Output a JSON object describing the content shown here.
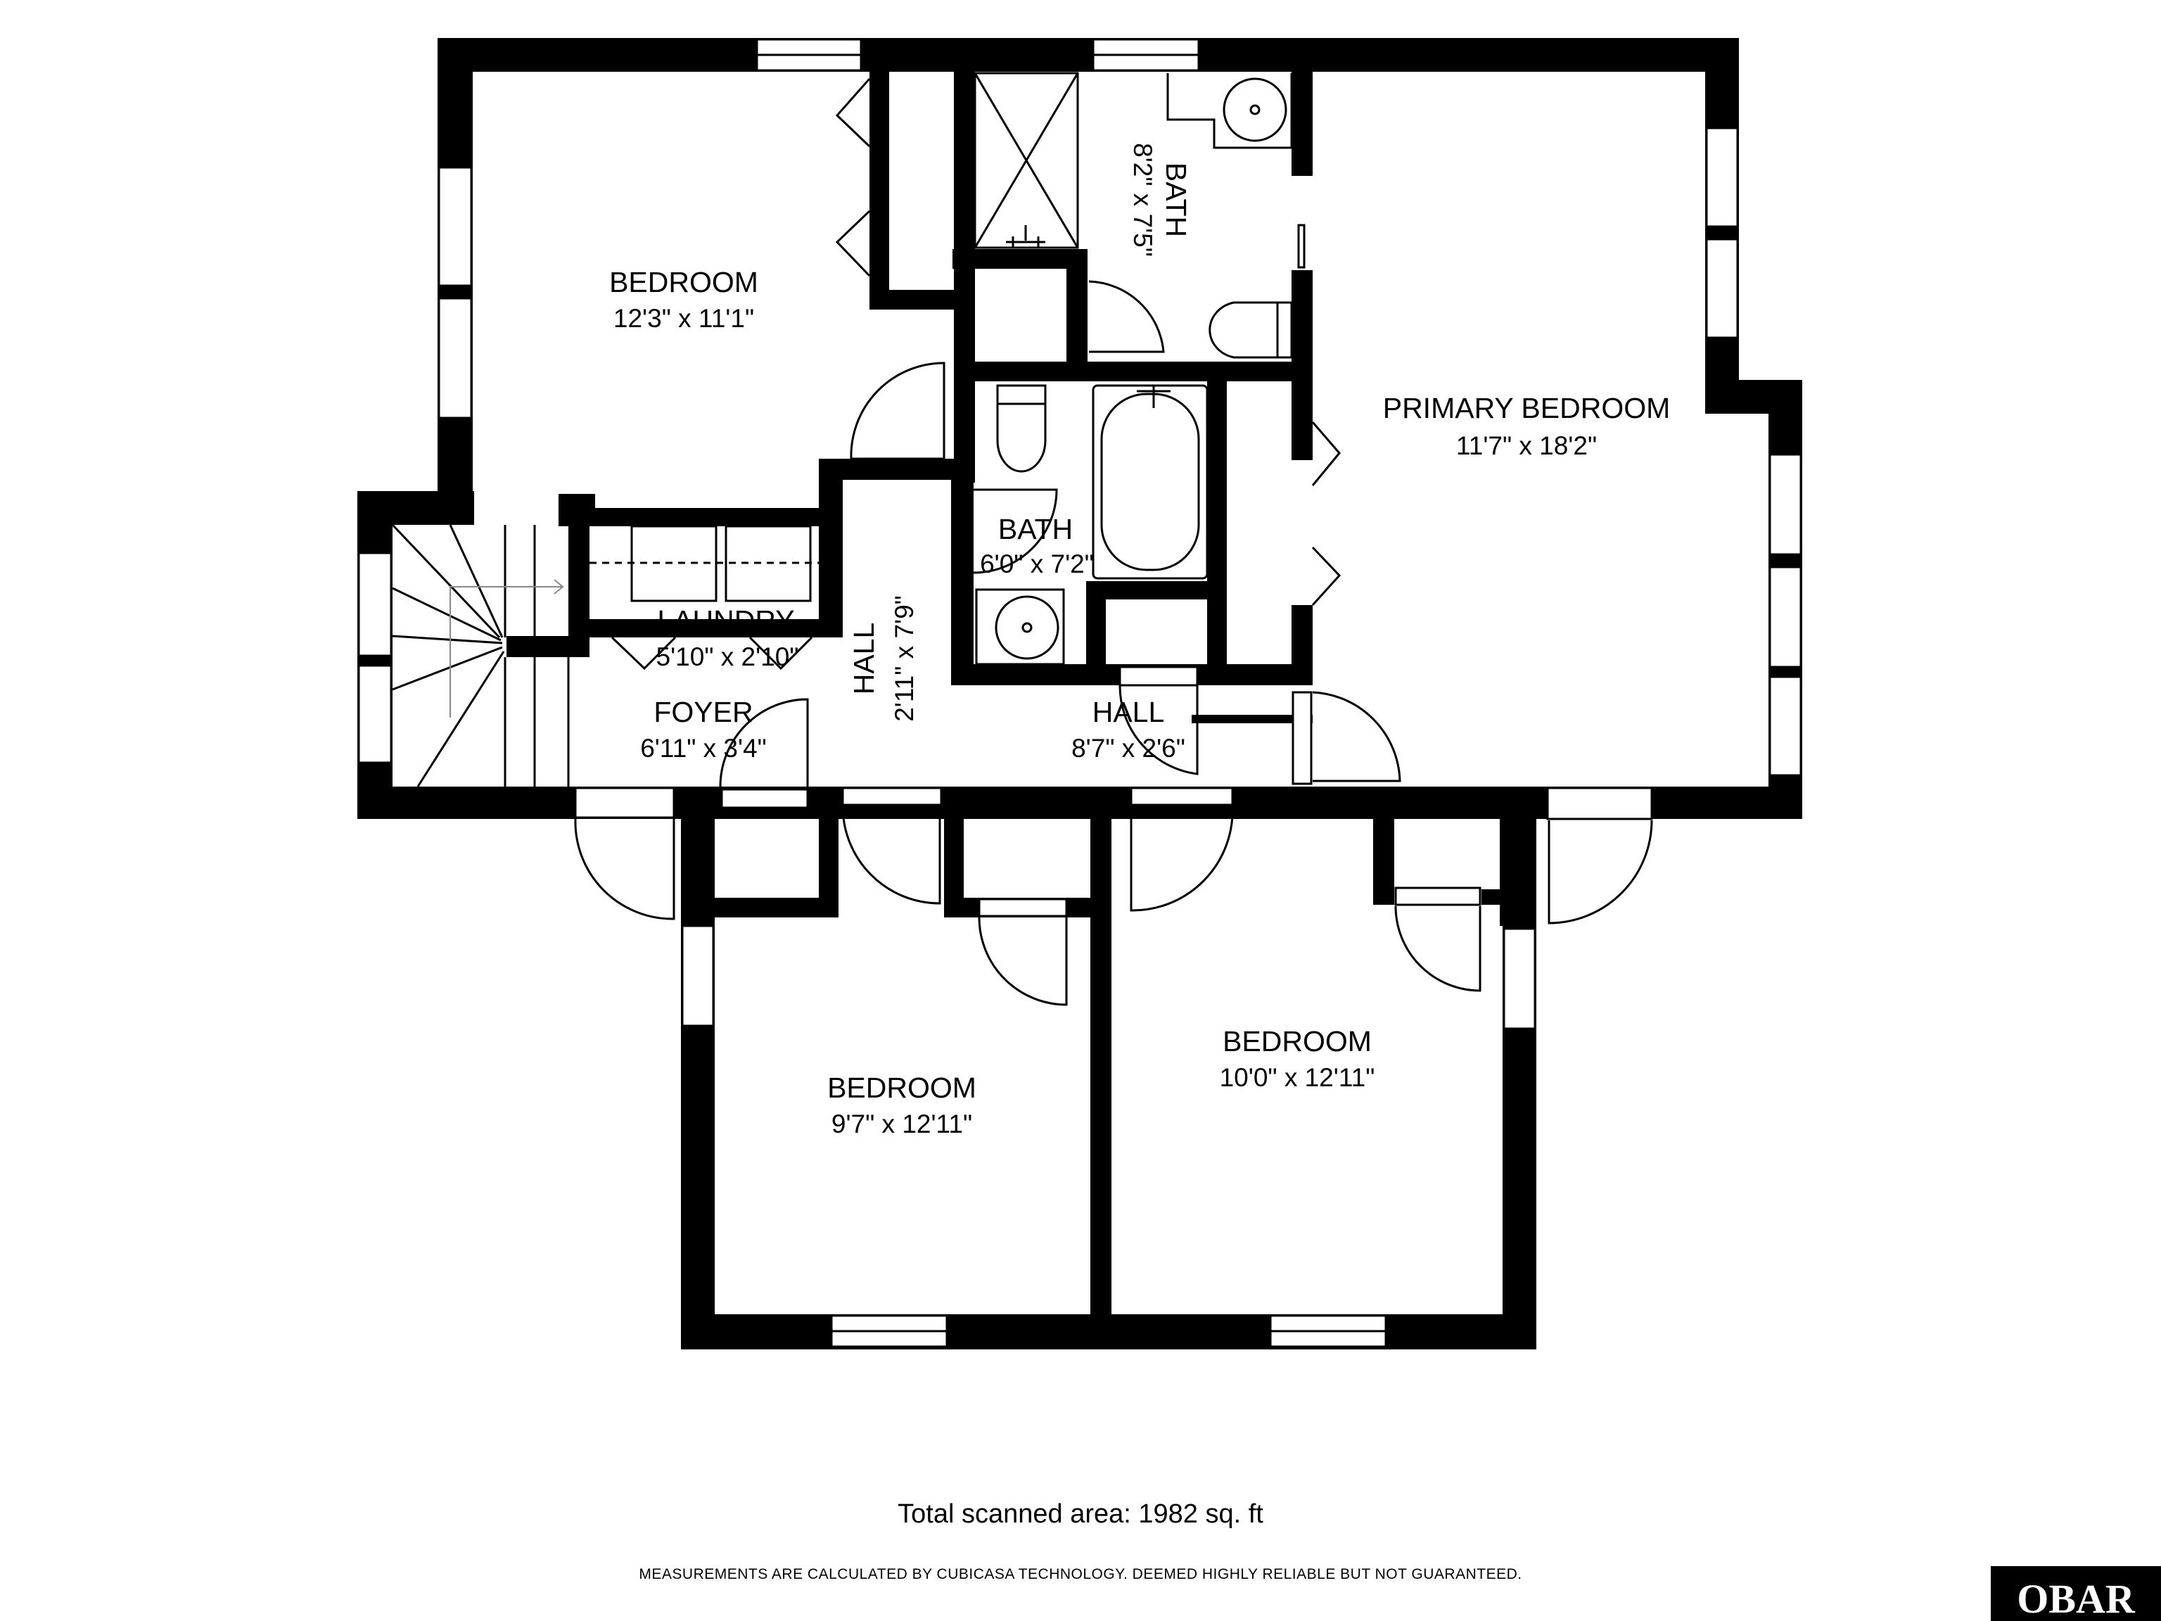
{
  "rooms": {
    "bedroom_nw": {
      "name": "BEDROOM",
      "dims": "12'3\" x 11'1\""
    },
    "bath_upper": {
      "name": "BATH",
      "dims": "8'2\" x 7'5\""
    },
    "primary_bedroom": {
      "name": "PRIMARY BEDROOM",
      "dims": "11'7\" x 18'2\""
    },
    "bath_lower": {
      "name": "BATH",
      "dims": "6'0\" x 7'2\""
    },
    "laundry": {
      "name": "LAUNDRY",
      "dims": "5'10\" x 2'10\""
    },
    "hall_vertical": {
      "name": "HALL",
      "dims": "2'11\" x 7'9\""
    },
    "foyer": {
      "name": "FOYER",
      "dims": "6'11\" x 3'4\""
    },
    "hall_horizontal": {
      "name": "HALL",
      "dims": "8'7\" x 2'6\""
    },
    "bedroom_sw": {
      "name": "BEDROOM",
      "dims": "9'7\" x 12'11\""
    },
    "bedroom_se": {
      "name": "BEDROOM",
      "dims": "10'0\" x 12'11\""
    }
  },
  "footer": {
    "area": "Total scanned area: 1982 sq. ft",
    "disclaimer": "MEASUREMENTS ARE CALCULATED BY CUBICASA TECHNOLOGY. DEEMED HIGHLY RELIABLE BUT NOT GUARANTEED."
  },
  "logo": {
    "text": "OBAR"
  },
  "colors": {
    "wall": "#000000",
    "background": "#ffffff",
    "fixture_stroke": "#000000"
  }
}
